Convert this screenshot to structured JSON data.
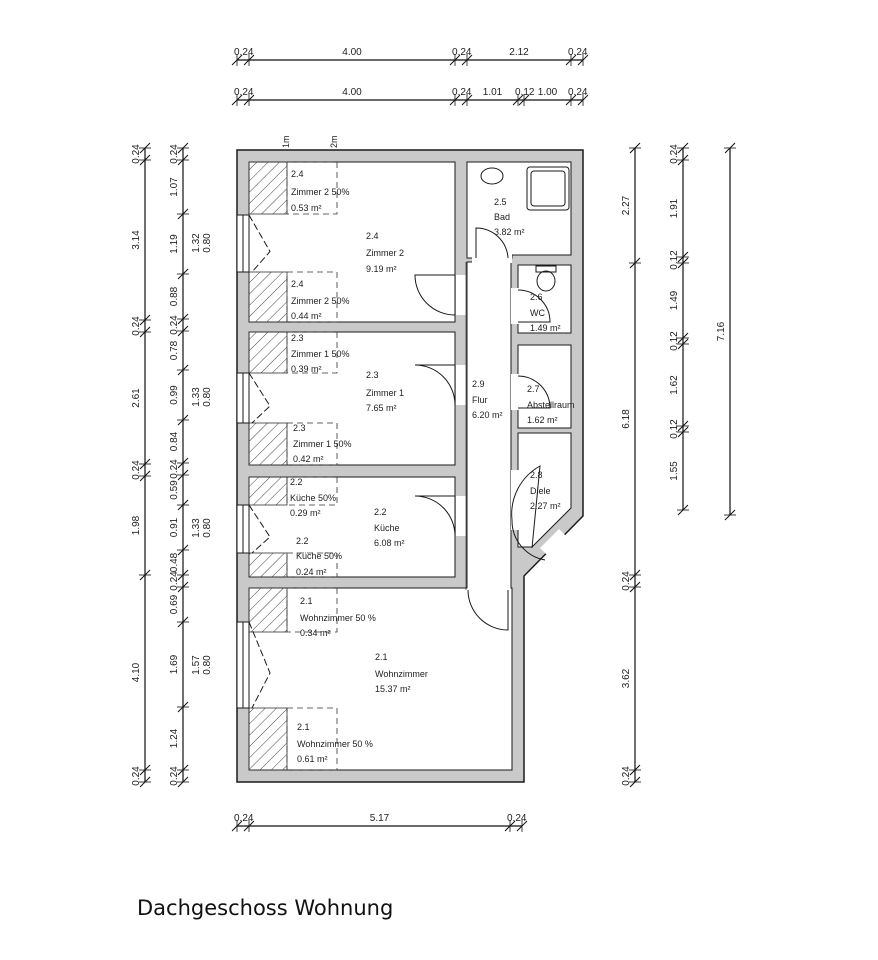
{
  "title": "Dachgeschoss Wohnung",
  "height_markers": [
    "1m",
    "2m"
  ],
  "rooms": {
    "zimmer2": {
      "id": "2.4",
      "name": "Zimmer 2",
      "area": "9.19 m²"
    },
    "zimmer2_a": {
      "id": "2.4",
      "name": "Zimmer 2 50%",
      "area": "0.53 m²"
    },
    "zimmer2_b": {
      "id": "2.4",
      "name": "Zimmer 2 50%",
      "area": "0.44 m²"
    },
    "zimmer1": {
      "id": "2.3",
      "name": "Zimmer 1",
      "area": "7.65 m²"
    },
    "zimmer1_a": {
      "id": "2.3",
      "name": "Zimmer 1 50%",
      "area": "0.39 m²"
    },
    "zimmer1_b": {
      "id": "2.3",
      "name": "Zimmer 1 50%",
      "area": "0.42 m²"
    },
    "kueche": {
      "id": "2.2",
      "name": "Küche",
      "area": "6.08 m²"
    },
    "kueche_a": {
      "id": "2.2",
      "name": "Küche 50%",
      "area": "0.29 m²"
    },
    "kueche_b": {
      "id": "2.2",
      "name": "Küche 50%",
      "area": "0.24 m²"
    },
    "wohnzimmer": {
      "id": "2.1",
      "name": "Wohnzimmer",
      "area": "15.37 m²"
    },
    "wohnzimmer_a": {
      "id": "2.1",
      "name": "Wohnzimmer 50 %",
      "area": "0.34 m²"
    },
    "wohnzimmer_b": {
      "id": "2.1",
      "name": "Wohnzimmer 50 %",
      "area": "0.61 m²"
    },
    "bad": {
      "id": "2.5",
      "name": "Bad",
      "area": "3.82 m²"
    },
    "wc": {
      "id": "2.6",
      "name": "WC",
      "area": "1.49 m²"
    },
    "abstellraum": {
      "id": "2.7",
      "name": "Abstellraum",
      "area": "1.62 m²"
    },
    "flur": {
      "id": "2.9",
      "name": "Flur",
      "area": "6.20 m²"
    },
    "diele": {
      "id": "2.8",
      "name": "Diele",
      "area": "2.27 m²"
    }
  },
  "dimensions": {
    "top_outer": [
      "0.24",
      "4.00",
      "0.24",
      "2.12",
      "0.24"
    ],
    "top_inner": [
      "0.24",
      "4.00",
      "0.24",
      "1.01",
      "0.12",
      "1.00",
      "0.24"
    ],
    "left_outer": [
      "0.24",
      "3.14",
      "0.24",
      "2.61",
      "0.24",
      "1.98",
      "4.10",
      "0.24"
    ],
    "left_inner": [
      "0.24",
      "1.07",
      "1.19",
      "0.88",
      "0.24",
      "0.78",
      "0.99",
      "0.84",
      "0.24",
      "0.59",
      "0.91",
      "0.48",
      "0.24",
      "0.69",
      "1.69",
      "1.24",
      "0.24"
    ],
    "window_labels": [
      [
        "1.32",
        "0.80"
      ],
      [
        "1.33",
        "0.80"
      ],
      [
        "1.33",
        "0.80"
      ],
      [
        "1.57",
        "0.80"
      ]
    ],
    "right_outer": [
      "2.27",
      "6.18",
      "0.24",
      "3.62",
      "0.24"
    ],
    "right_inner": [
      "0.24",
      "1.91",
      "0.12",
      "1.49",
      "0.12",
      "1.62",
      "0.12",
      "1.55"
    ],
    "right_total": [
      "7.16"
    ],
    "bottom": [
      "0.24",
      "5.17",
      "0.24"
    ]
  },
  "colors": {
    "wall": "#c9c9c9",
    "line": "#1a1a1a"
  }
}
